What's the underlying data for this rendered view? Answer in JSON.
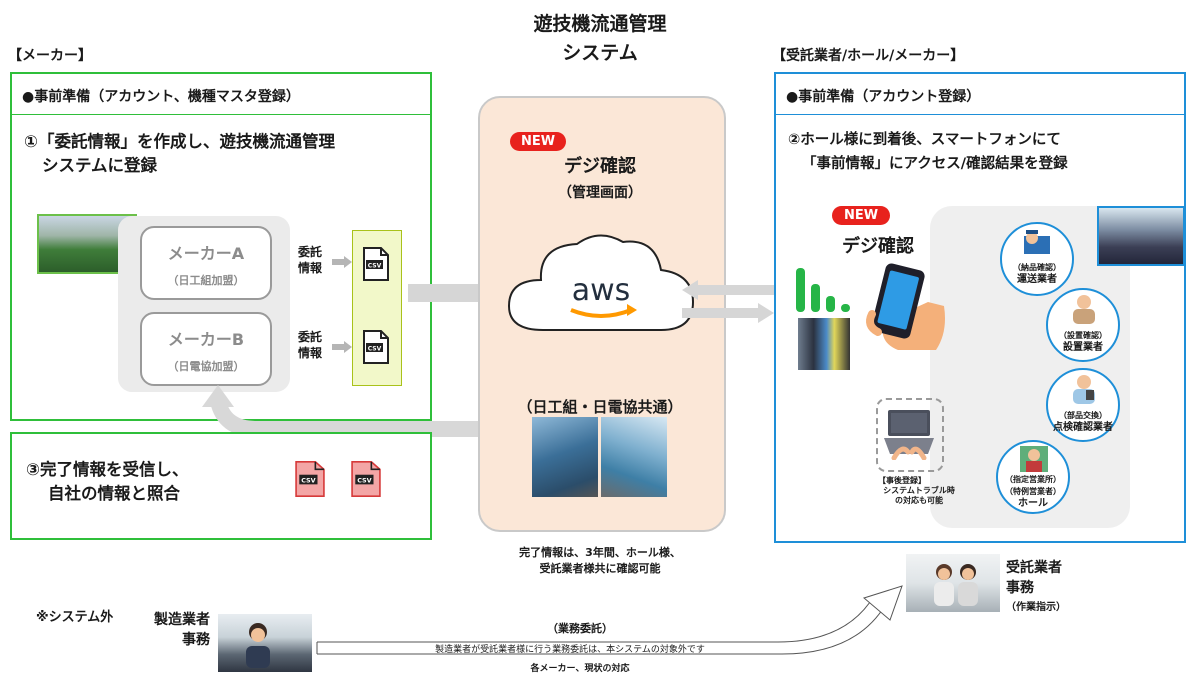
{
  "title_line1": "遊技機流通管理",
  "title_line2": "システム",
  "left": {
    "header": "【メーカー】",
    "prep": "●事前準備（アカウント、機種マスタ登録）",
    "step1_line1": "①「委託情報」を作成し、遊技機流通管理",
    "step1_line2": "システムに登録",
    "maker_a": "メーカーA",
    "maker_a_sub": "（日工組加盟）",
    "maker_b": "メーカーB",
    "maker_b_sub": "（日電協加盟）",
    "itaku_1": "委託",
    "itaku_2": "情報",
    "step3_line1": "③完了情報を受信し、",
    "step3_line2": "自社の情報と照合"
  },
  "center": {
    "new_badge": "NEW",
    "app_name": "デジ確認",
    "app_sub": "（管理画面）",
    "aws_text": "aws",
    "common": "（日工組・日電協共通）",
    "note_line1": "完了情報は、3年間、ホール様、",
    "note_line2": "受託業者様共に確認可能"
  },
  "right": {
    "header": "【受託業者/ホール/メーカー】",
    "prep": "●事前準備（アカウント登録）",
    "step2_line1": "②ホール様に到着後、スマートフォンにて",
    "step2_line2": "「事前情報」にアクセス/確認結果を登録",
    "new_badge": "NEW",
    "app_name": "デジ確認",
    "after_1": "【事後登録】",
    "after_2": "システムトラブル時",
    "after_3": "の対応も可能",
    "roles": [
      {
        "sub": "（納品確認）",
        "name": "運送業者"
      },
      {
        "sub": "（設置確認）",
        "name": "設置業者"
      },
      {
        "sub": "（部品交換）",
        "name": "点検確認業者"
      },
      {
        "sub1": "（指定営業所）",
        "sub2": "（特例営業者）",
        "name": "ホール"
      }
    ]
  },
  "bottom": {
    "outside": "※システム外",
    "maker_office_1": "製造業者",
    "maker_office_2": "事務",
    "contractor_office_1": "受託業者",
    "contractor_office_2": "事務",
    "contractor_office_3": "（作業指示）",
    "arrow_title": "（業務委託）",
    "arrow_text": "製造業者が受託業者様に行う業務委託は、本システムの対象外です",
    "arrow_below": "各メーカー、現状の対応"
  },
  "colors": {
    "green": "#2fbf3a",
    "blue": "#1e8fd8",
    "red": "#e8221d",
    "peach": "#fbe7d7"
  }
}
